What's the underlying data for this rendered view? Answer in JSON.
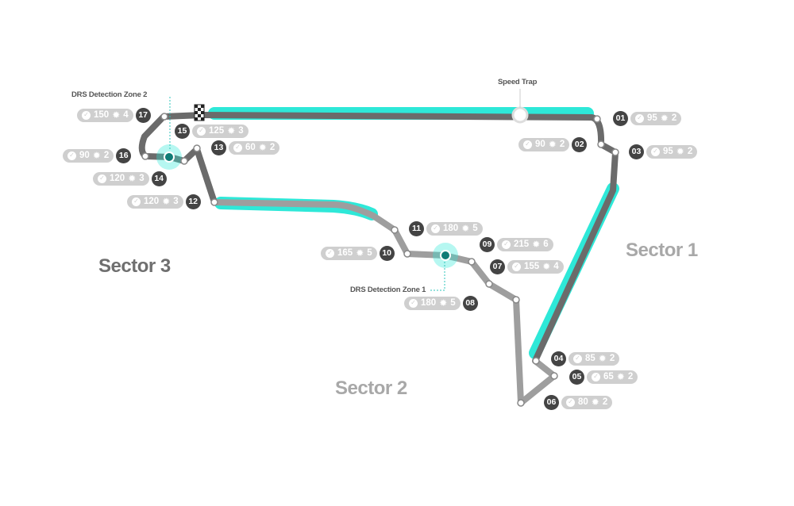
{
  "sectors": {
    "s1": "Sector 1",
    "s2": "Sector 2",
    "s3": "Sector 3"
  },
  "callouts": {
    "speed_trap": "Speed Trap",
    "drs_zone_1": "DRS Detection Zone 1",
    "drs_zone_2": "DRS Detection Zone 2"
  },
  "colors": {
    "track_dark": "#6b6b6b",
    "track_light": "#9e9e9e",
    "drs": "#2ee8d8",
    "chip": "#cfcfcf",
    "num": "#444444"
  },
  "icons": {
    "speed": "speedometer-icon",
    "gear": "gear-icon",
    "start_finish": "checkered-flag-icon"
  },
  "corners": [
    {
      "num": "01",
      "speed": "95",
      "gear": "2"
    },
    {
      "num": "02",
      "speed": "90",
      "gear": "2"
    },
    {
      "num": "03",
      "speed": "95",
      "gear": "2"
    },
    {
      "num": "04",
      "speed": "85",
      "gear": "2"
    },
    {
      "num": "05",
      "speed": "65",
      "gear": "2"
    },
    {
      "num": "06",
      "speed": "80",
      "gear": "2"
    },
    {
      "num": "07",
      "speed": "155",
      "gear": "4"
    },
    {
      "num": "08",
      "speed": "180",
      "gear": "5"
    },
    {
      "num": "09",
      "speed": "215",
      "gear": "6"
    },
    {
      "num": "10",
      "speed": "165",
      "gear": "5"
    },
    {
      "num": "11",
      "speed": "180",
      "gear": "5"
    },
    {
      "num": "12",
      "speed": "120",
      "gear": "3"
    },
    {
      "num": "13",
      "speed": "60",
      "gear": "2"
    },
    {
      "num": "14",
      "speed": "120",
      "gear": "3"
    },
    {
      "num": "15",
      "speed": "125",
      "gear": "3"
    },
    {
      "num": "16",
      "speed": "90",
      "gear": "2"
    },
    {
      "num": "17",
      "speed": "150",
      "gear": "4"
    }
  ]
}
